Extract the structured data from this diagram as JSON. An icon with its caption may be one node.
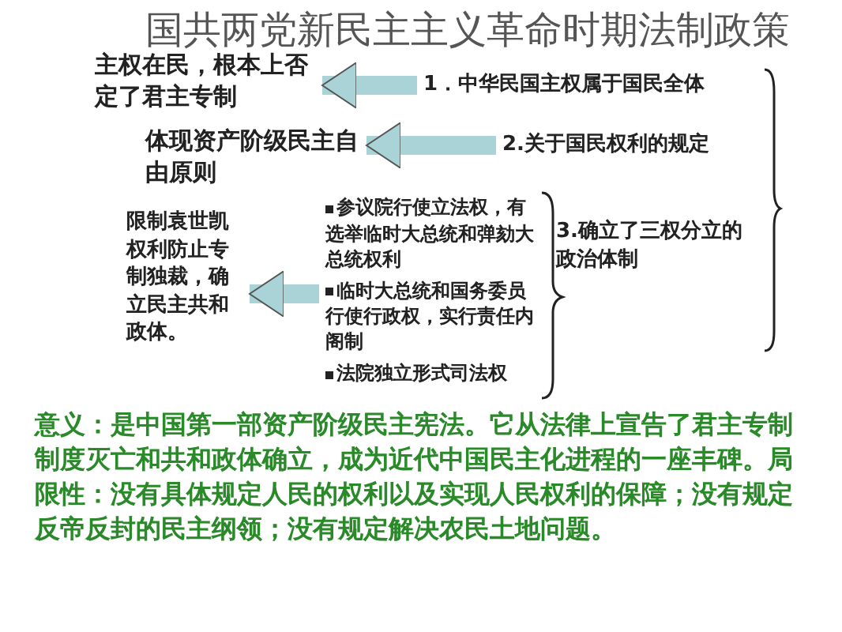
{
  "diagram": {
    "title": "国共两党新民主主义革命时期法制政策",
    "nodes": [
      {
        "text": [
          "1．中华民国主权属于国民全体"
        ]
      },
      {
        "text": [
          "主权在民，根本上否定了君主专制"
        ]
      },
      {
        "text": [
          "2.关于国民权利的规定"
        ]
      },
      {
        "text": [
          "体现资产阶级民主自由原则"
        ]
      },
      {
        "text": [
          "3.确立了三权分立的政治体制"
        ]
      },
      {
        "text": [
          "参议院行使立法权，有选举临时大总统和弹劾大总统权利",
          "临时大总统和国务委员行使行政权，实行责任内阁制",
          "法院独立形式司法权"
        ]
      },
      {
        "text": [
          "限制袁世凯权利防止专制独裁，确立民主共和政体。"
        ]
      }
    ],
    "edges": [
      {
        "from": 0,
        "to": 1,
        "arrow": "to"
      },
      {
        "from": 2,
        "to": 3,
        "arrow": "to"
      },
      {
        "from": 5,
        "to": 6,
        "arrow": "to"
      }
    ],
    "labels": [
      "意义：是中国第一部资产阶级民主宪法。它从法律上宣告了君主专制制度灭亡和共和政体确立，成为近代中国民主化进程的一座丰碑。局限性：没有具体规定人民的权利以及实现人民权利的保障；没有规定反帝反封的民主纲领；没有规定解决农民土地问题。"
    ]
  }
}
